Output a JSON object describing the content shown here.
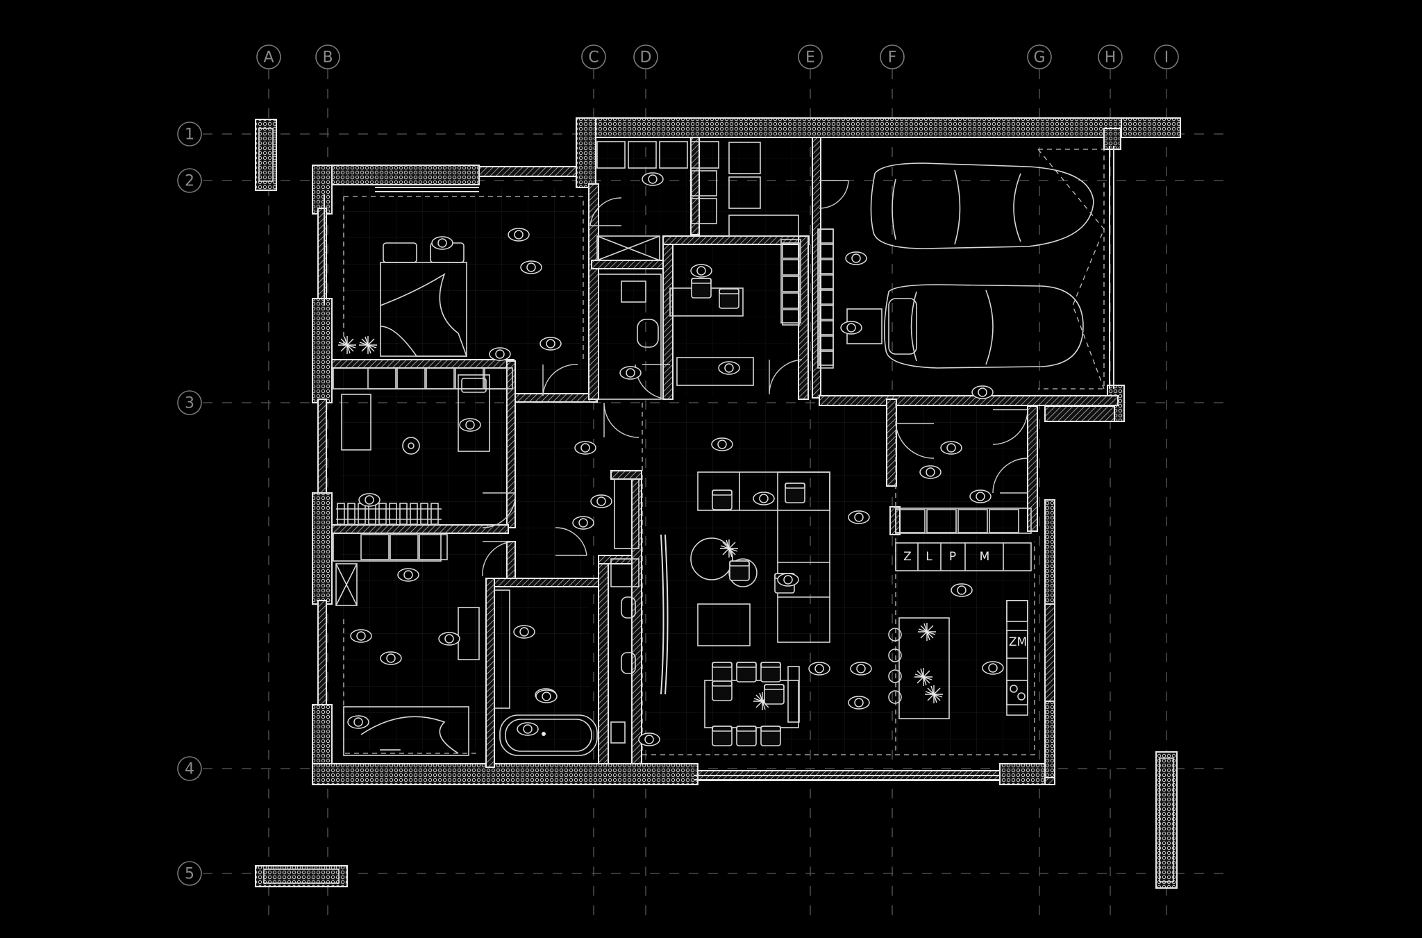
{
  "axes": {
    "columns": [
      "A",
      "B",
      "C",
      "D",
      "E",
      "F",
      "G",
      "H",
      "I"
    ],
    "rows": [
      "1",
      "2",
      "3",
      "4",
      "5"
    ]
  },
  "kitchen_labels": [
    "Z",
    "L",
    "P",
    "M"
  ],
  "appliance_label": "ZM",
  "colors": {
    "background": "#000000",
    "lines": "#e8e8e8",
    "axis": "#7a7a7a"
  }
}
